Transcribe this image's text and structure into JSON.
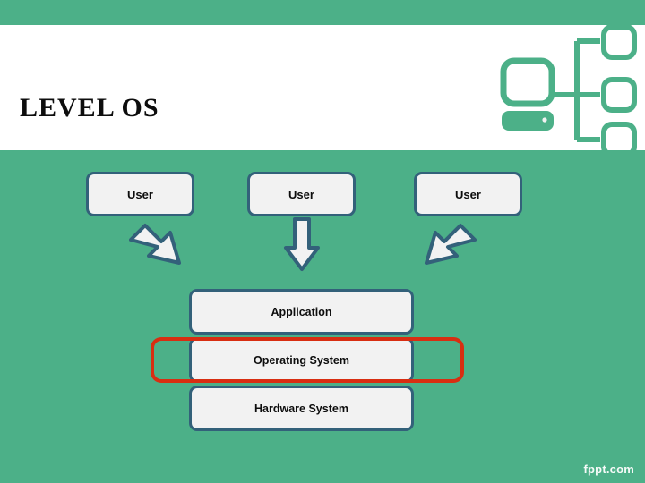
{
  "slide": {
    "title": "LEVEL OS",
    "background_color": "#4cb088",
    "header_band_color": "#ffffff",
    "box_fill_color": "#f2f2f2",
    "box_border_color": "#33617a",
    "highlight_color": "#d82e12",
    "watermark": "fppt.com"
  },
  "header_icon": {
    "name": "computer-network-icon",
    "color": "#4cb088"
  },
  "users": [
    {
      "label": "User"
    },
    {
      "label": "User"
    },
    {
      "label": "User"
    }
  ],
  "arrows": [
    {
      "name": "arrow-down-right",
      "direction": "down-right"
    },
    {
      "name": "arrow-down",
      "direction": "down"
    },
    {
      "name": "arrow-down-left",
      "direction": "down-left"
    }
  ],
  "stack": [
    {
      "label": "Application",
      "highlighted": false
    },
    {
      "label": "Operating System",
      "highlighted": true
    },
    {
      "label": "Hardware System",
      "highlighted": false
    }
  ]
}
